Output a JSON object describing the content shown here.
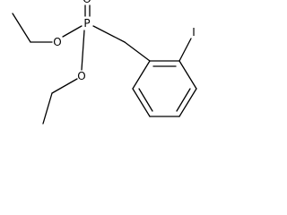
{
  "molecule": {
    "atoms": {
      "phosphorus": "P",
      "phosphoryl_oxygen": "O",
      "ester_oxygen_upper": "O",
      "ester_oxygen_lower": "O",
      "iodine": "I"
    }
  }
}
